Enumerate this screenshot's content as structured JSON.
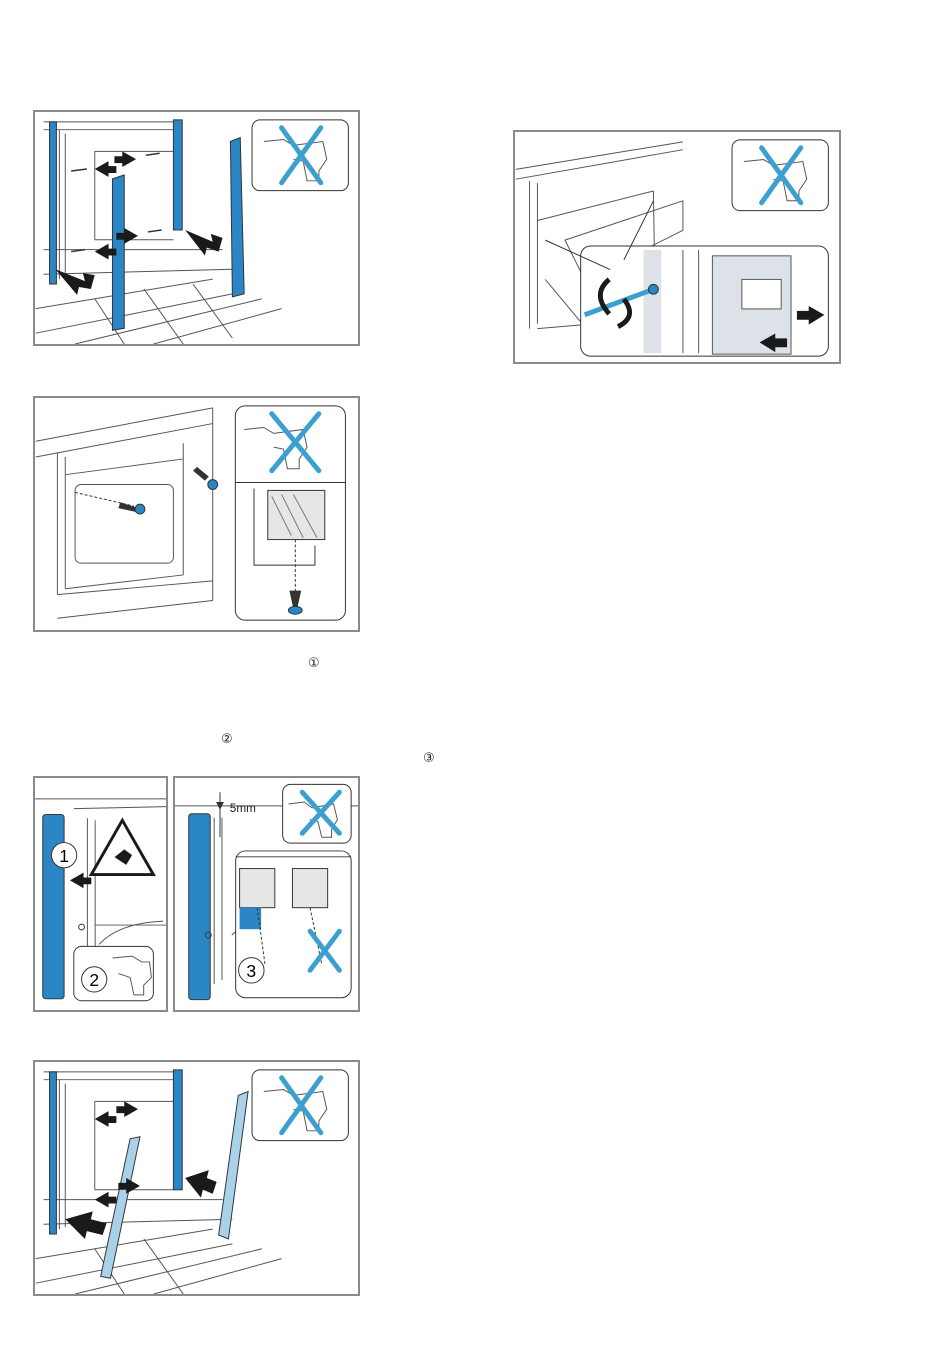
{
  "markers": {
    "step1": "①",
    "step2": "②",
    "step3": "③"
  },
  "figures": {
    "fig5": {
      "badge1": "1",
      "badge2": "2",
      "badge3": "3",
      "measure": "5mm"
    }
  },
  "icons": [
    "no-cordless-drill-icon",
    "hand-crush-warning-icon",
    "cordless-drill-icon",
    "screw-icon",
    "move-arrow-icon"
  ],
  "colors": {
    "accent": "#3b9fd0",
    "trim": "#2a86c5",
    "frame": "#8a8a8a",
    "arrow": "#1a1a1a"
  }
}
